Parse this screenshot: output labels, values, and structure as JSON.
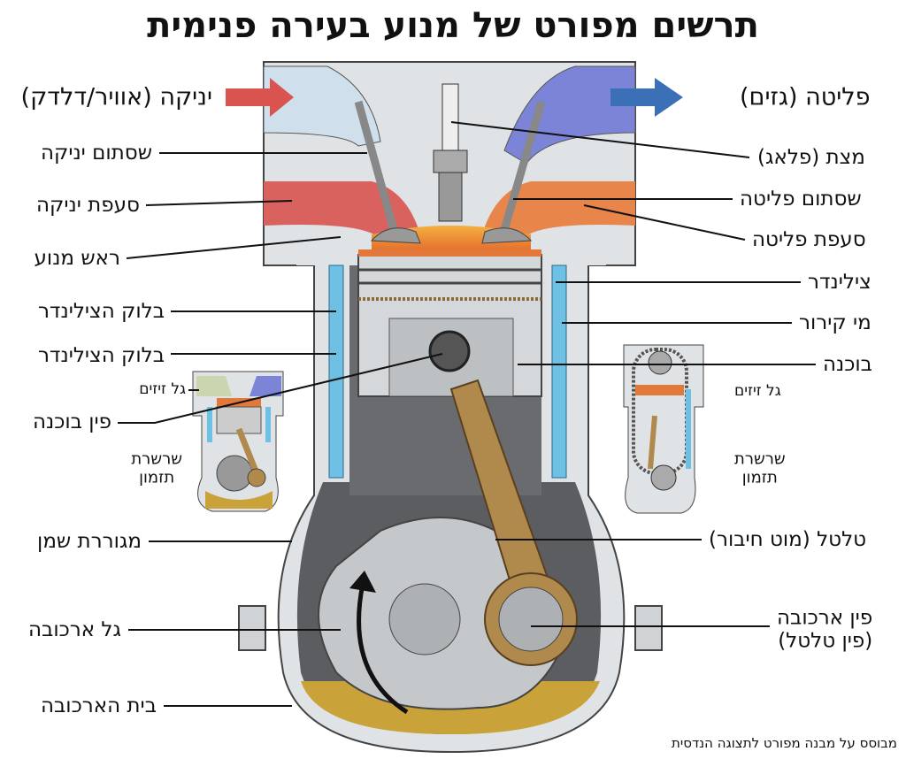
{
  "title": "תרשים מפורט של מנוע בעירה פנימית",
  "labels_left": {
    "intake": "יניקה (אוויר/דלדק)",
    "intake_valve": "שסתום יניקה",
    "intake_manifold": "סעפת יניקה",
    "cylinder_head": "ראש מנוע",
    "cylinder_block_1": "בלוק הצילינדר",
    "cylinder_block_2": "בלוק הצילינדר",
    "camshaft": "גל זיזים",
    "piston_pin": "פין בוכנה",
    "timing_chain_1": "שרשרת",
    "timing_chain_2": "תזמון",
    "oil_pan": "מגוררת שמן",
    "crankshaft": "גל ארכובה",
    "crankcase": "בית הארכובה"
  },
  "labels_right": {
    "exhaust": "פליטה (גזים)",
    "spark_plug": "מצת (פלאג)",
    "exhaust_valve": "שסתום פליטה",
    "exhaust_manifold": "סעפת פליטה",
    "cylinder": "צילינדר",
    "coolant": "מי קירור",
    "piston": "בוכנה",
    "camshaft": "גל זיזים",
    "timing_chain_1": "שרשרת",
    "timing_chain_2": "תזמון",
    "connecting_rod": "טלטל (מוט חיבור)",
    "crank_pin_1": "פין ארכובה",
    "crank_pin_2": "(פין טלטל)"
  },
  "footnote": "מבוסס על מבנה מפורט לתצוגה הנדסית",
  "colors": {
    "intake": "#d9534f",
    "exhaust": "#3b6fb6",
    "exhaust_port": "#7b84d6",
    "manifold_exhaust": "#e8854a",
    "coolant": "#6ec1e4",
    "oil": "#c9a23a",
    "rod": "#b08a4c"
  }
}
